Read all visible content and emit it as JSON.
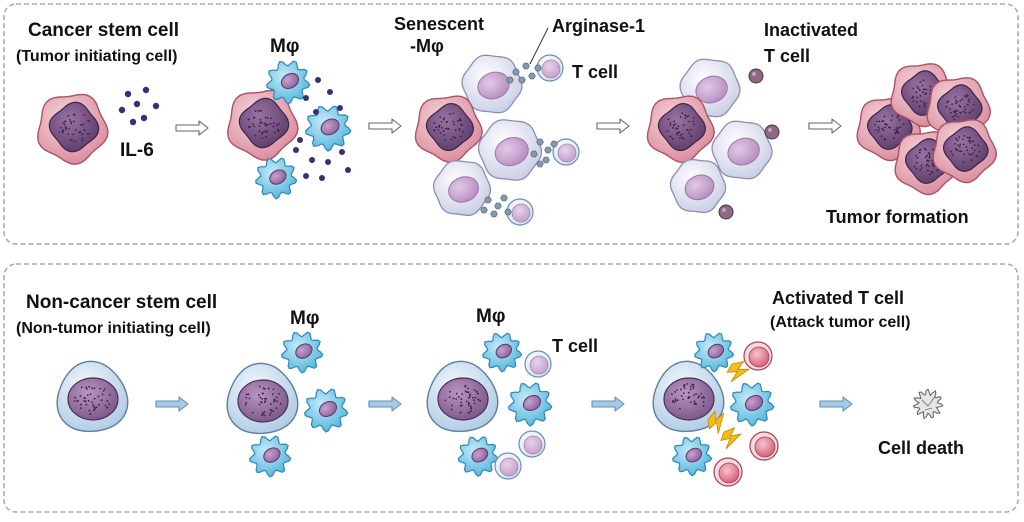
{
  "diagram": {
    "top_panel": {
      "title": "Cancer stem cell",
      "subtitle": "(Tumor initiating cell)",
      "il6": "IL-6",
      "macrophage": "Mφ",
      "senescent_line1": "Senescent",
      "senescent_line2": "-Mφ",
      "arginase": "Arginase-1",
      "t_cell": "T cell",
      "inactivated_line1": "Inactivated",
      "inactivated_line2": "T cell",
      "tumor_formation": "Tumor formation"
    },
    "bottom_panel": {
      "title": "Non-cancer stem cell",
      "subtitle": "(Non-tumor initiating cell)",
      "macrophage_1": "Mφ",
      "macrophage_2": "Mφ",
      "t_cell": "T cell",
      "activated": "Activated T cell",
      "attack": "(Attack tumor cell)",
      "cell_death": "Cell death"
    },
    "colors": {
      "panel_border": "#a8a8a8",
      "tumor_cell": "#e5aab6",
      "tumor_nucleus": "#6f4a7a",
      "normal_cell": "#c8dff0",
      "macrophage": "#7fcbe8",
      "senescent_macrophage": "#dcdcec",
      "arginase": "#7a8ea2",
      "il6": "#3b2f73",
      "activated_t_cell": "#e47e92",
      "lightning": "#f5bc1b",
      "arrow_top": "#ffffff",
      "arrow_bottom": "#a7c9e6"
    }
  }
}
